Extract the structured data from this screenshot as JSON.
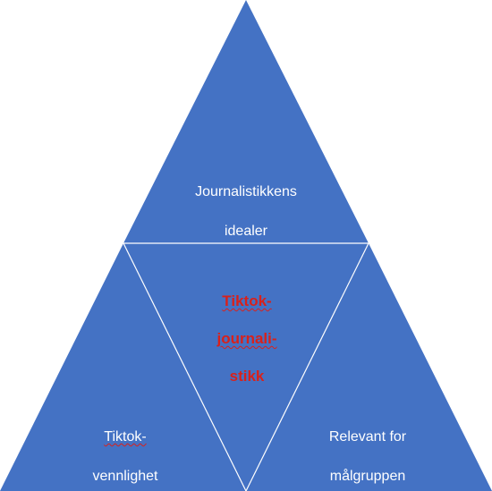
{
  "diagram": {
    "top_label_line1": "Journalistikkens",
    "top_label_line2": "idealer",
    "center_label_line1": "Tiktok-",
    "center_label_line2": "journali-",
    "center_label_line3": "stikk",
    "left_label_line1": "Tiktok-",
    "left_label_line2": "vennlighet",
    "right_label_line1": "Relevant for",
    "right_label_line2": "målgruppen",
    "fill_color": "#4472c4",
    "line_color": "#ffffff",
    "center_text_color": "#d9211b"
  }
}
